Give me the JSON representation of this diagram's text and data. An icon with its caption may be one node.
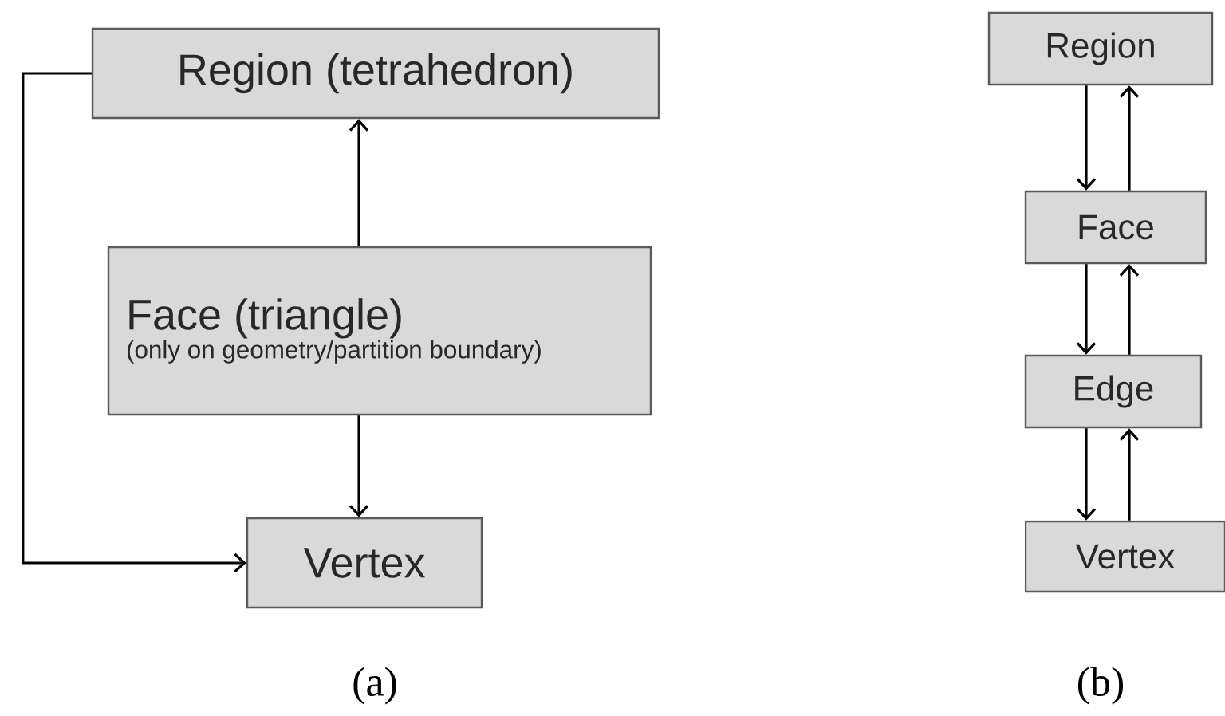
{
  "diagram": {
    "nodes": [
      {
        "text": [
          "Region (tetrahedron)"
        ]
      },
      {
        "text": [
          "Face (triangle)",
          "(only on geometry/partition boundary)"
        ]
      },
      {
        "text": [
          "Vertex"
        ]
      },
      {
        "text": [
          "Region"
        ]
      },
      {
        "text": [
          "Face"
        ]
      },
      {
        "text": [
          "Edge"
        ]
      },
      {
        "text": [
          "Vertex"
        ]
      }
    ],
    "edges": [
      {
        "from": 1,
        "to": 0,
        "arrow": "to"
      },
      {
        "from": 1,
        "to": 2,
        "arrow": "to"
      },
      {
        "from": 0,
        "to": 2,
        "arrow": "to"
      },
      {
        "from": 3,
        "to": 4,
        "arrow": "to"
      },
      {
        "from": 4,
        "to": 3,
        "arrow": "to"
      },
      {
        "from": 4,
        "to": 5,
        "arrow": "to"
      },
      {
        "from": 5,
        "to": 4,
        "arrow": "to"
      },
      {
        "from": 5,
        "to": 6,
        "arrow": "to"
      },
      {
        "from": 6,
        "to": 5,
        "arrow": "to"
      }
    ],
    "labels": [
      "(a)",
      "(b)"
    ]
  }
}
